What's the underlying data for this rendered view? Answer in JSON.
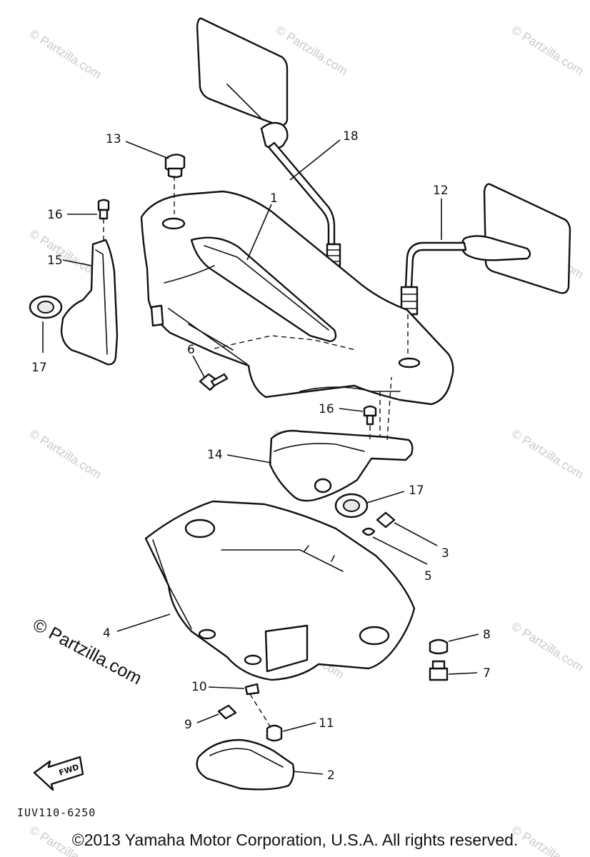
{
  "callouts": [
    "1",
    "2",
    "3",
    "4",
    "5",
    "6",
    "7",
    "8",
    "9",
    "10",
    "11",
    "12",
    "13",
    "14",
    "15",
    "16",
    "17",
    "18"
  ],
  "watermark": {
    "text": "© Partzilla.com",
    "featured_text": "© Partzilla.com"
  },
  "diagram_code": "IUV110-6250",
  "fwd_label": "FWD",
  "copyright": "©2013 Yamaha Motor Corporation, U.S.A. All rights reserved."
}
